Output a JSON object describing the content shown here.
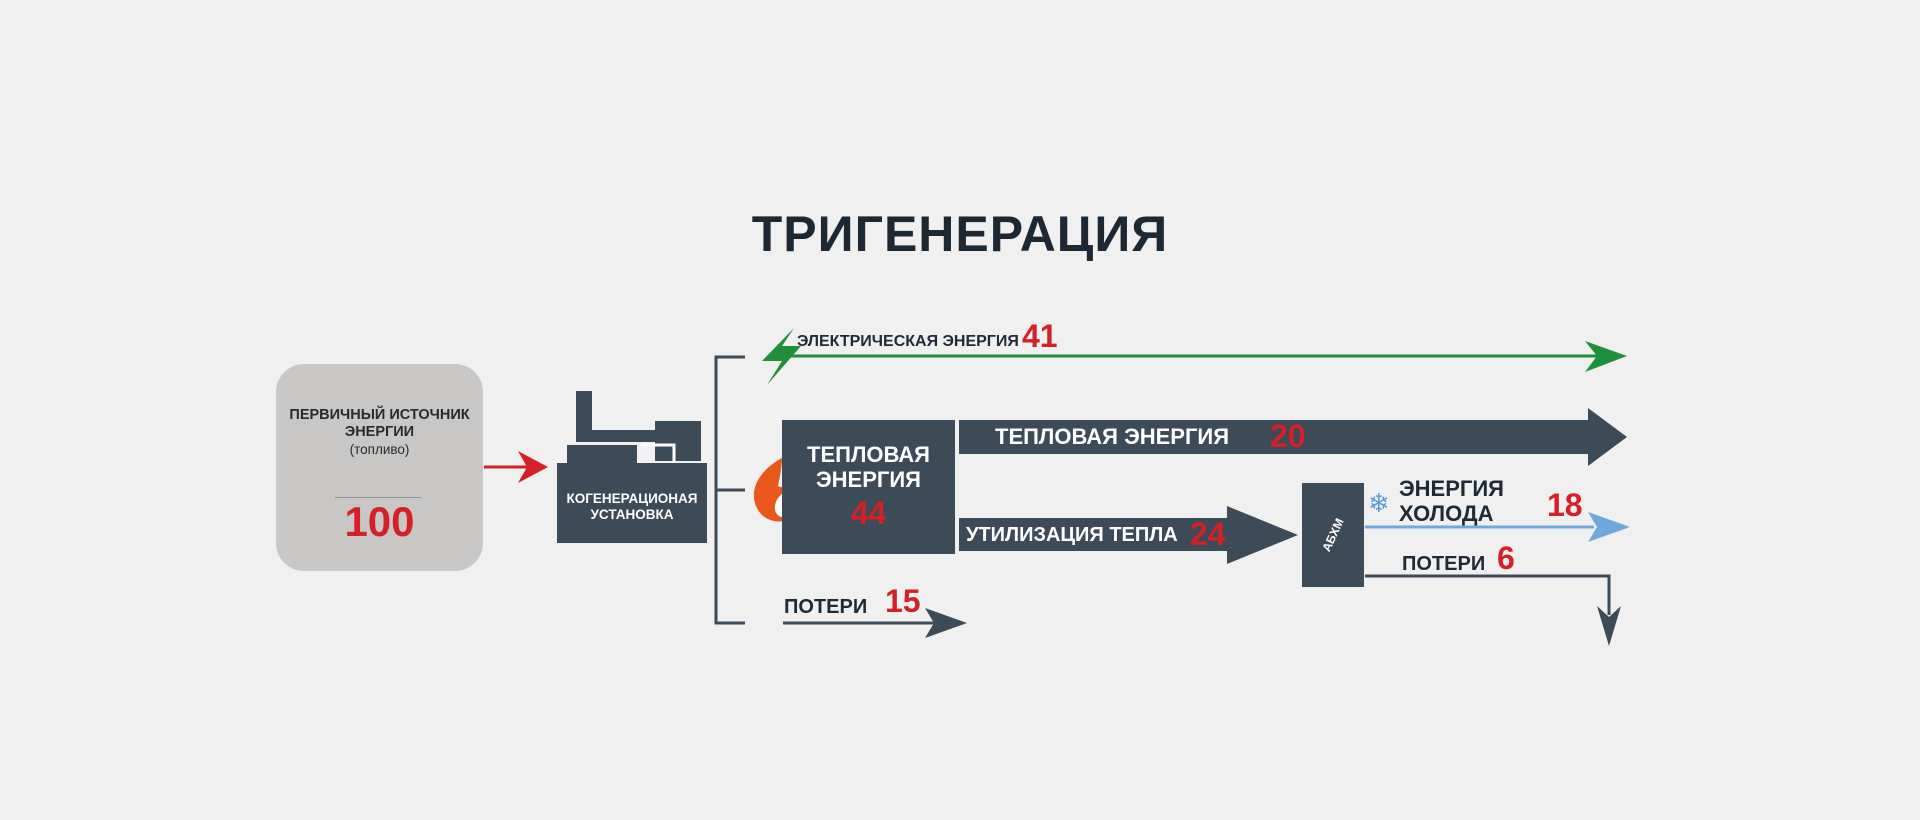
{
  "title": "ТРИГЕНЕРАЦИЯ",
  "source": {
    "label": "ПЕРВИЧНЫЙ ИСТОЧНИК ЭНЕРГИИ",
    "sublabel": "(топливо)",
    "value": "100"
  },
  "plant": {
    "label": "КОГЕНЕРАЦИОНАЯ УСТАНОВКА"
  },
  "electric": {
    "label": "ЭЛЕКТРИЧЕСКАЯ ЭНЕРГИЯ",
    "value": "41",
    "color": "#1f8f3a"
  },
  "heat": {
    "label": "ТЕПЛОВАЯ ЭНЕРГИЯ",
    "value": "44"
  },
  "heat_out": {
    "label": "ТЕПЛОВАЯ ЭНЕРГИЯ",
    "value": "20"
  },
  "utilization": {
    "label": "УТИЛИЗАЦИЯ ТЕПЛА",
    "value": "24"
  },
  "absorber": {
    "label": "АБХМ"
  },
  "cold": {
    "label": "ЭНЕРГИЯ ХОЛОДА",
    "value": "18",
    "color": "#6fa8dc"
  },
  "loss_absorber": {
    "label": "ПОТЕРИ",
    "value": "6"
  },
  "loss_plant": {
    "label": "ПОТЕРИ",
    "value": "15"
  },
  "colors": {
    "dark": "#3d4a58",
    "accent": "#d42027",
    "background": "#f0f0f0",
    "flame": "#e8581c"
  }
}
